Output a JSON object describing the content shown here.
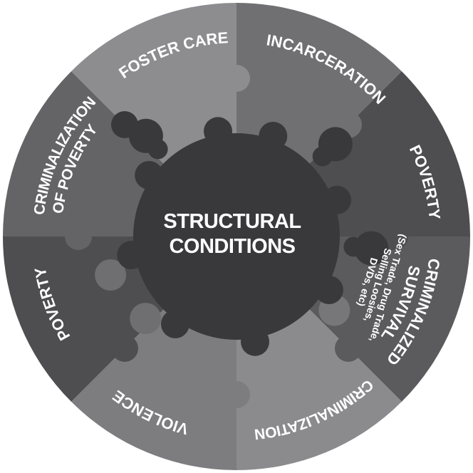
{
  "diagram": {
    "background": "#ffffff",
    "center": {
      "line1": "STRUCTURAL",
      "line2": "CONDITIONS",
      "color": "#39393c",
      "text_color": "#ffffff"
    },
    "segments": [
      {
        "id": "foster-care",
        "label": "FOSTER CARE",
        "color": "#8d8d90"
      },
      {
        "id": "incarceration",
        "label": "INCARCERATION",
        "color": "#707073"
      },
      {
        "id": "poverty-right",
        "label": "POVERTY",
        "color": "#4e4e51"
      },
      {
        "id": "criminalized-survival",
        "label": "CRIMINALIZED",
        "label_line2": "SURVIVAL",
        "sub_lines": [
          "(Sex Trade, Drug Trade,",
          "Selling Loosies,",
          "DVDs, etc)"
        ],
        "color": "#5b5b5e"
      },
      {
        "id": "criminalization-bottom",
        "label": "CRIMINALIZATION",
        "color": "#8b8b8e"
      },
      {
        "id": "violence",
        "label": "VIOLENCE",
        "color": "#7d7d80"
      },
      {
        "id": "poverty-left",
        "label": "POVERTY",
        "color": "#4e4e51"
      },
      {
        "id": "criminalization-of-poverty",
        "label": "CRIMINALIZATION",
        "label_line2": "OF POVERTY",
        "color": "#646467"
      }
    ],
    "accents": {
      "dark_piece": "#39393c",
      "mid_piece": "#77777a",
      "mid_piece2": "#6f6f72"
    }
  }
}
